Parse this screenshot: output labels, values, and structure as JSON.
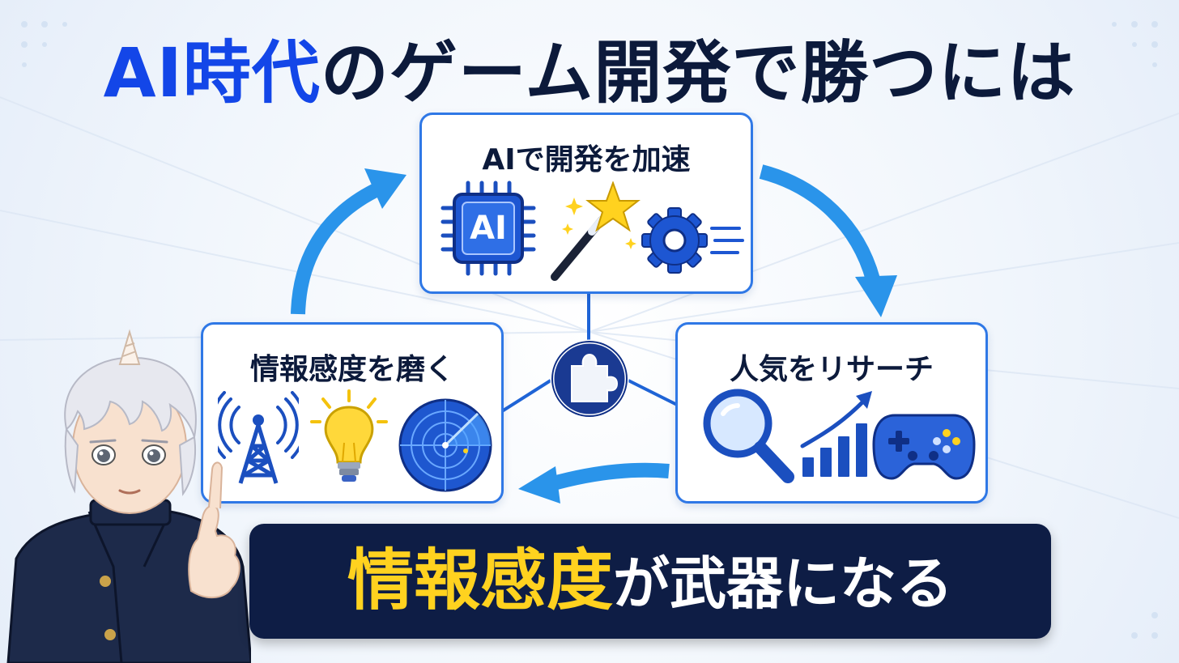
{
  "title": {
    "accent": "AI時代",
    "rest": "のゲーム開発で勝つには"
  },
  "cards": {
    "top": {
      "label": "AIで開発を加速",
      "chip_text": "AI"
    },
    "left": {
      "label": "情報感度を磨く"
    },
    "right": {
      "label": "人気をリサーチ"
    }
  },
  "banner": {
    "highlight": "情報感度",
    "rest": "が武器になる"
  },
  "colors": {
    "accent_blue": "#1346e8",
    "card_border": "#2f78e6",
    "arrow_blue": "#1e8ce8",
    "banner_bg": "#0e1d45",
    "banner_highlight": "#ffd21f",
    "title_dark": "#0c1a3b"
  },
  "icons": [
    "chip-icon",
    "magic-wand-icon",
    "gear-icon",
    "antenna-icon",
    "lightbulb-icon",
    "radar-icon",
    "magnifier-icon",
    "growth-chart-icon",
    "gamepad-icon",
    "puzzle-hub-icon"
  ]
}
